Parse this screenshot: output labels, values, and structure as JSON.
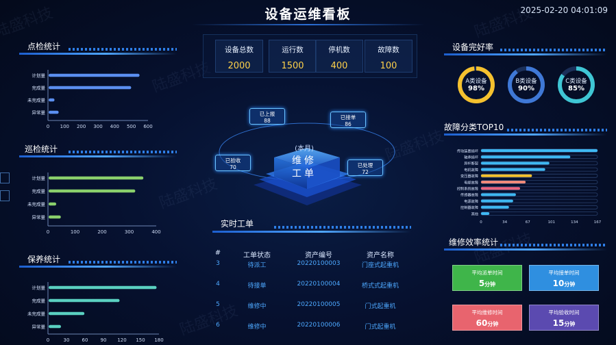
{
  "header": {
    "title": "设备运维看板",
    "datetime": "2025-02-20 04:01:09"
  },
  "watermark": "陆盛科技",
  "colors": {
    "bg": "#050c1f",
    "inspect": "#5b8ff0",
    "patrol": "#8ad06c",
    "maint": "#5ad0c0",
    "accent": "#ffd24a"
  },
  "stats": [
    {
      "label": "设备总数",
      "value": "2000"
    },
    {
      "label": "运行数",
      "value": "1500"
    },
    {
      "label": "停机数",
      "value": "400"
    },
    {
      "label": "故障数",
      "value": "100"
    }
  ],
  "center": {
    "period": "(本月)",
    "line1": "维修",
    "line2": "工单"
  },
  "workorder_nodes": [
    {
      "label": "已上报",
      "value": "88"
    },
    {
      "label": "已接单",
      "value": "86"
    },
    {
      "label": "已验收",
      "value": "70"
    },
    {
      "label": "已处理",
      "value": "72"
    }
  ],
  "realtime": {
    "title": "实时工单",
    "headers": [
      "#",
      "工单状态",
      "资产编号",
      "资产名称"
    ],
    "rows": [
      [
        "3",
        "待派工",
        "20220100003",
        "门座式起重机"
      ],
      [
        "4",
        "待接单",
        "20220100004",
        "桥式式起重机"
      ],
      [
        "5",
        "维修中",
        "20220100005",
        "门式起重机"
      ],
      [
        "6",
        "维修中",
        "20220100006",
        "门式起重机"
      ]
    ]
  },
  "rates": {
    "title": "设备完好率",
    "items": [
      {
        "name": "A类设备",
        "value": "98%",
        "pct": 98,
        "color": "#f5c12e"
      },
      {
        "name": "B类设备",
        "value": "90%",
        "pct": 90,
        "color": "#3f78d6"
      },
      {
        "name": "C类设备",
        "value": "85%",
        "pct": 85,
        "color": "#3fc6d4"
      }
    ]
  },
  "efficiency": {
    "title": "维修效率统计",
    "items": [
      {
        "label": "平均派单时间",
        "value": "5",
        "unit": "分钟",
        "color": "#3fb54a"
      },
      {
        "label": "平均接单时间",
        "value": "10",
        "unit": "分钟",
        "color": "#2f8fe0"
      },
      {
        "label": "平均维修时间",
        "value": "60",
        "unit": "分钟",
        "color": "#e8646e"
      },
      {
        "label": "平均验收时间",
        "value": "15",
        "unit": "分钟",
        "color": "#5b4ab0"
      }
    ]
  },
  "chart_data": [
    {
      "type": "bar",
      "title": "点检统计",
      "orientation": "horizontal",
      "categories": [
        "计划量",
        "完成量",
        "未完成量",
        "异常量"
      ],
      "values": [
        545,
        495,
        35,
        60
      ],
      "xticks": [
        "0",
        "100",
        "200",
        "300",
        "400",
        "500",
        "600"
      ],
      "xlim": [
        0,
        600
      ],
      "color": "#5b8ff0"
    },
    {
      "type": "bar",
      "title": "巡检统计",
      "orientation": "horizontal",
      "categories": [
        "计划量",
        "完成量",
        "未完成量",
        "异常量"
      ],
      "values": [
        350,
        320,
        28,
        45
      ],
      "xticks": [
        "0",
        "100",
        "200",
        "300",
        "400"
      ],
      "xlim": [
        0,
        400
      ],
      "color": "#8ad06c"
    },
    {
      "type": "bar",
      "title": "保养统计",
      "orientation": "horizontal",
      "categories": [
        "计划量",
        "完成量",
        "未完成量",
        "异常量"
      ],
      "values": [
        175,
        115,
        58,
        20
      ],
      "xticks": [
        "0",
        "30",
        "60",
        "90",
        "120",
        "150",
        "180"
      ],
      "xlim": [
        0,
        180
      ],
      "color": "#5ad0c0"
    },
    {
      "type": "bar",
      "title": "故障分类TOP10",
      "orientation": "horizontal",
      "categories": [
        "传动装置损坏",
        "轴承损坏",
        "异杆断裂",
        "电机故障",
        "变压器故障",
        "电缆故障",
        "控制系统故障",
        "传感器故障",
        "电源故障",
        "控制器故障",
        "其他"
      ],
      "values": [
        167,
        128,
        98,
        92,
        73,
        64,
        56,
        50,
        46,
        40,
        12
      ],
      "xticks": [
        "0",
        "34",
        "67",
        "101",
        "134",
        "167"
      ],
      "xlim": [
        0,
        167
      ],
      "colors": [
        "#3fb8f2",
        "#3fb8f2",
        "#3fb8f2",
        "#3fb8f2",
        "#f5c12e",
        "#f08a7a",
        "#e8647e",
        "#3fb8f2",
        "#3fb8f2",
        "#3fb8f2",
        "#3fb8f2"
      ]
    }
  ]
}
